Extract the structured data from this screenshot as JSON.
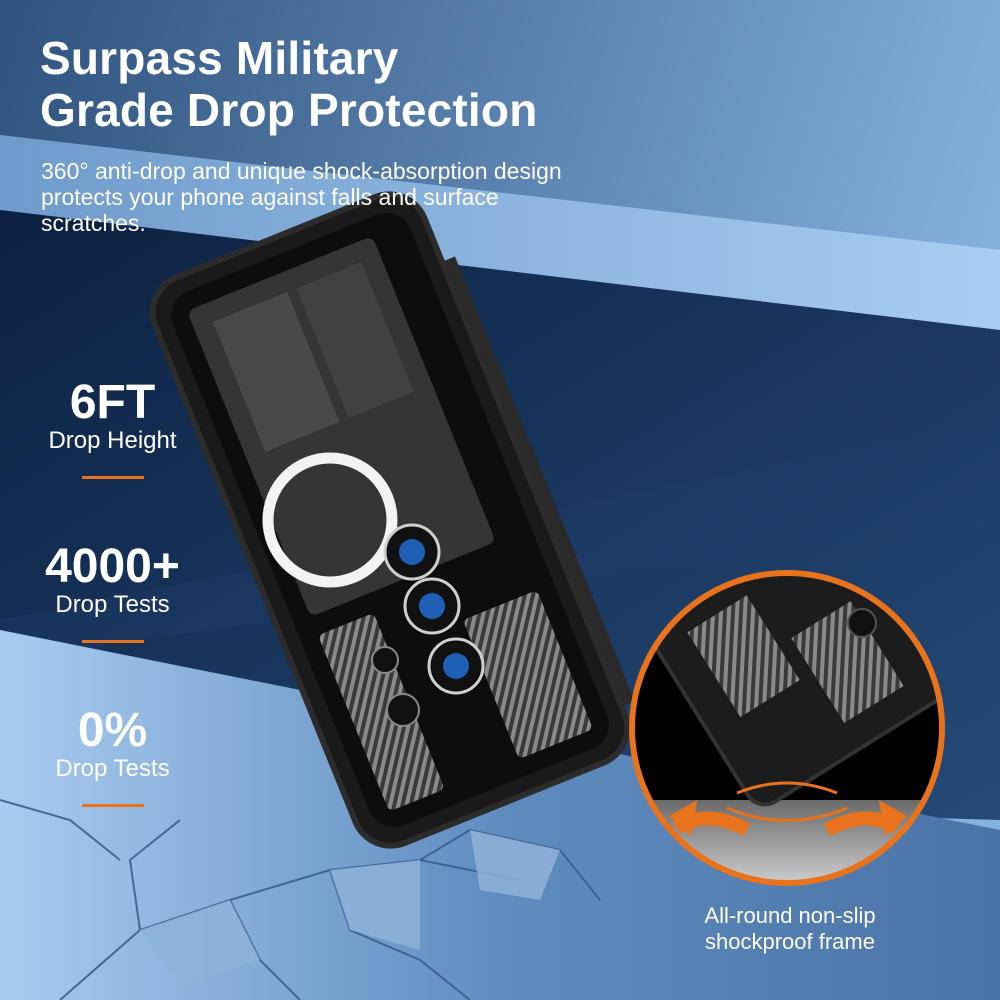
{
  "headline": {
    "line1": "Surpass Military",
    "line2": "Grade Drop Protection"
  },
  "subtext": "360° anti-drop and unique shock-absorption design protects your phone against falls and surface scratches.",
  "stats": [
    {
      "value": "6FT",
      "label": "Drop Height"
    },
    {
      "value": "4000+",
      "label": "Drop Tests"
    },
    {
      "value": "0%",
      "label": "Drop Tests"
    }
  ],
  "inset": {
    "caption_line1": "All-round non-slip",
    "caption_line2": "shockproof frame"
  },
  "colors": {
    "accent": "#e8731c",
    "dark_navy": "#0f2444",
    "light_blue": "#8fb8e4",
    "text": "#ffffff"
  }
}
